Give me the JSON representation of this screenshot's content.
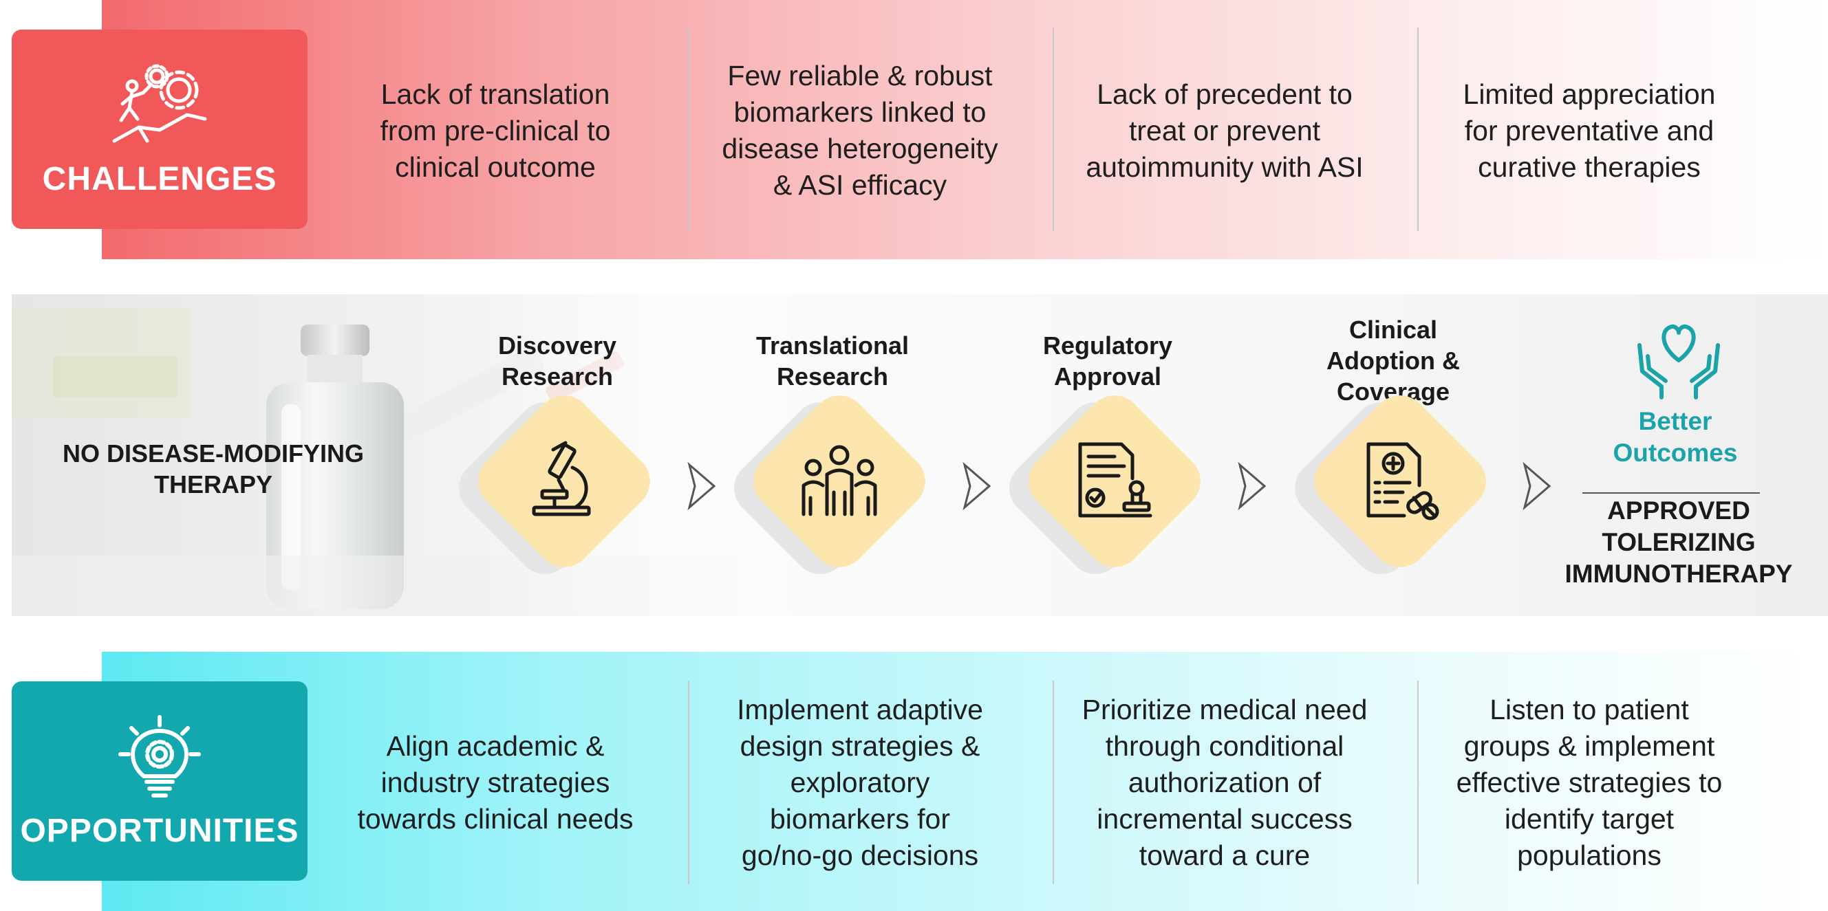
{
  "challenges": {
    "label": "CHALLENGES",
    "items": [
      "Lack of translation\nfrom pre-clinical to\nclinical outcome",
      "Few reliable & robust\nbiomarkers linked to\ndisease heterogeneity\n& ASI efficacy",
      "Lack of precedent to\ntreat or prevent\nautoimmunity with ASI",
      "Limited appreciation\nfor preventative and\ncurative therapies"
    ]
  },
  "process": {
    "start_label": "NO DISEASE-MODIFYING\nTHERAPY",
    "stages": [
      {
        "title": "Discovery\nResearch",
        "icon": "microscope-icon"
      },
      {
        "title": "Translational\nResearch",
        "icon": "team-icon"
      },
      {
        "title": "Regulatory\nApproval",
        "icon": "approved-document-icon"
      },
      {
        "title": "Clinical\nAdoption &\nCoverage",
        "icon": "prescription-icon"
      }
    ],
    "outcome": {
      "title": "Better\nOutcomes",
      "icon": "heart-hands-icon",
      "result": "APPROVED\nTOLERIZING\nIMMUNOTHERAPY"
    }
  },
  "opportunities": {
    "label": "OPPORTUNITIES",
    "items": [
      "Align academic &\nindustry strategies\ntowards clinical needs",
      "Implement adaptive\ndesign strategies &\nexploratory\nbiomarkers for\ngo/no-go decisions",
      "Prioritize medical need\nthrough conditional\nauthorization of\nincremental success\ntoward a cure",
      "Listen to patient\ngroups & implement\neffective strategies to\nidentify target\npopulations"
    ]
  },
  "colors": {
    "challenge_red": "#f0585a",
    "opportunity_teal": "#13a8ae",
    "diamond_yellow": "#fde6ae",
    "outcome_teal": "#1aa3a8"
  }
}
